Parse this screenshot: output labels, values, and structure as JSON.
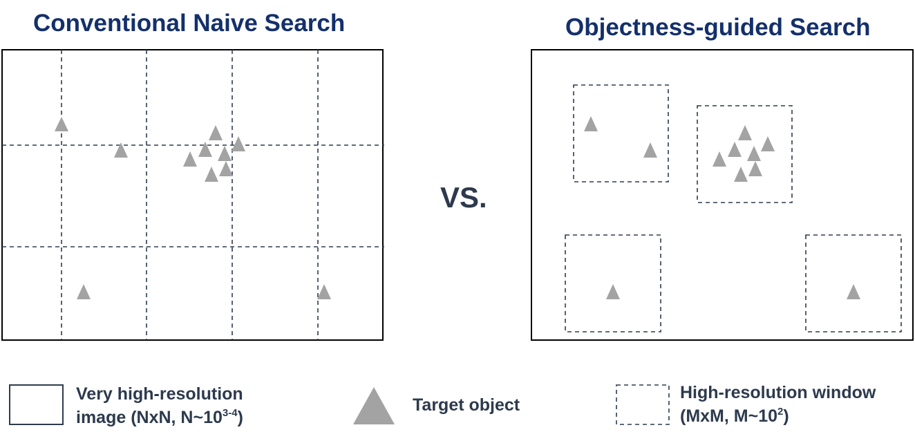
{
  "left_panel": {
    "title": "Conventional Naive Search"
  },
  "right_panel": {
    "title": "Objectness-guided Search"
  },
  "vs_label": "VS.",
  "legend": {
    "image": {
      "line1": "Very high-resolution",
      "line2_prefix": "image (NxN, N~10",
      "line2_sup": "3-4",
      "line2_suffix": ")"
    },
    "target": {
      "label": "Target object"
    },
    "window": {
      "line1": "High-resolution window",
      "line2_prefix": "(MxM, M~10",
      "line2_sup": "2",
      "line2_suffix": ")"
    }
  },
  "colors": {
    "title": "#14306b",
    "text": "#2d3a4d",
    "triangle": "#a3a3a3",
    "frame": "#000000",
    "dash": "#2d3a4d"
  }
}
